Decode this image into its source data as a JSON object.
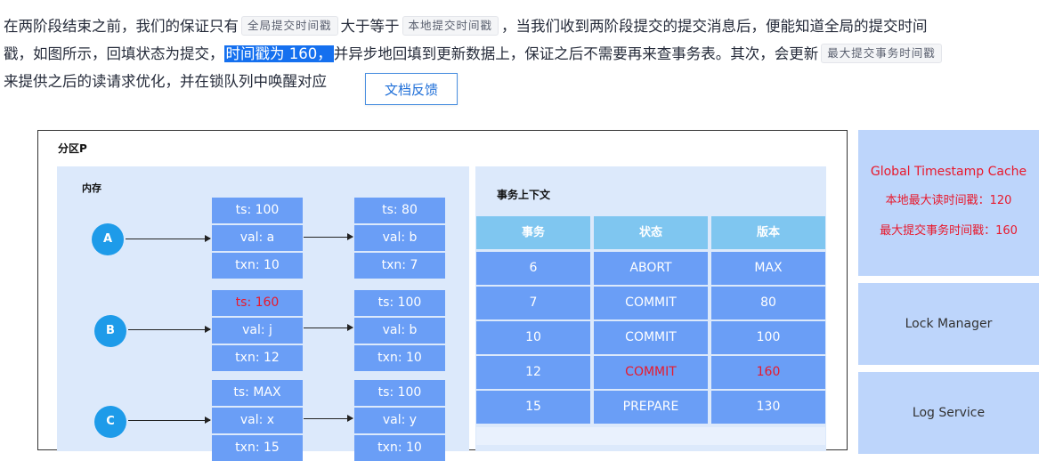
{
  "paragraph": {
    "l1a": "在两阶段结束之前，我们的保证只有",
    "code1": "全局提交时间戳",
    "l1b": "大于等于",
    "code2": "本地提交时间戳",
    "l1c": "，当我们收到两阶段提交的提交消息后，便能知道全局的提交时间",
    "l2a": "戳，如图所示，回填状态为提交，",
    "l2_highlight": "时间戳为 160，",
    "l2b": "并异步地回填到更新数据上，保证之后不需要再来查事务表。其次，会更新",
    "code3": "最大提交事务时间戳",
    "l3": "来提供之后的读请求优化，并在锁队列中唤醒对应"
  },
  "feedback_button": "文档反馈",
  "diagram": {
    "partition_label": "分区P",
    "memory_label": "内存",
    "tx_context_label": "事务上下文",
    "nodes": [
      "A",
      "B",
      "C"
    ],
    "versions": {
      "a1": [
        "ts: 100",
        "val: a",
        "txn: 10"
      ],
      "a2": [
        "ts: 80",
        "val: b",
        "txn: 7"
      ],
      "b1": [
        "ts: 160",
        "val: j",
        "txn: 12"
      ],
      "b2": [
        "ts: 100",
        "val: b",
        "txn: 10"
      ],
      "c1": [
        "ts: MAX",
        "val: x",
        "txn: 15"
      ],
      "c2": [
        "ts: 100",
        "val: y",
        "txn: 10"
      ]
    },
    "table": {
      "headers": [
        "事务",
        "状态",
        "版本"
      ],
      "rows": [
        [
          "6",
          "ABORT",
          "MAX"
        ],
        [
          "7",
          "COMMIT",
          "80"
        ],
        [
          "10",
          "COMMIT",
          "100"
        ],
        [
          "12",
          "COMMIT",
          "160"
        ],
        [
          "15",
          "PREPARE",
          "130"
        ]
      ]
    },
    "gtc": {
      "title": "Global Timestamp Cache",
      "local_max_read": "本地最大读时间戳：120",
      "max_commit": "最大提交事务时间戳：160"
    },
    "lock_manager": "Lock Manager",
    "log_service": "Log Service",
    "highlight_color": "#e8192c"
  }
}
